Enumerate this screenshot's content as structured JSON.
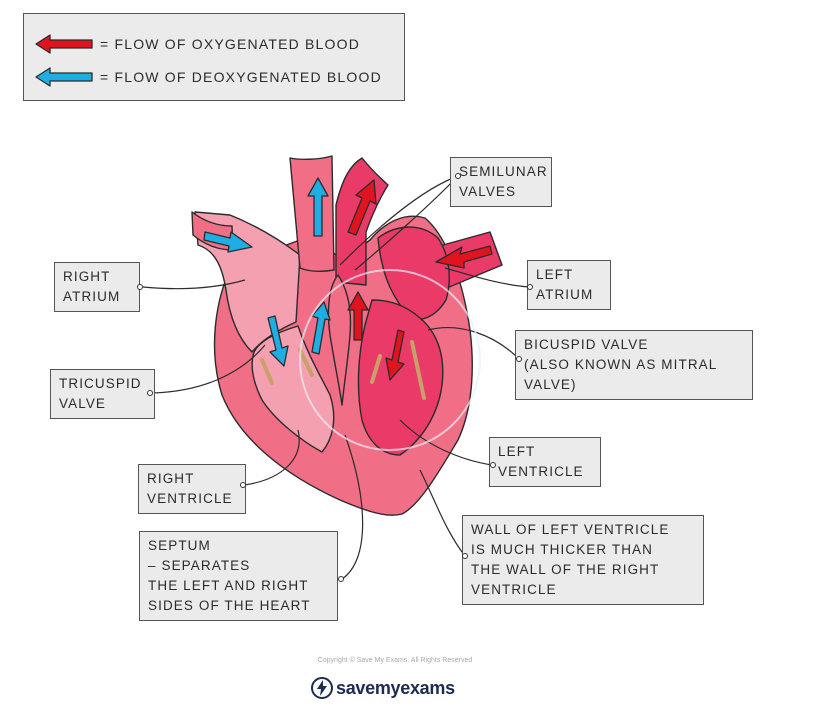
{
  "legend": {
    "oxygenated": "= FLOW OF OXYGENATED BLOOD",
    "deoxygenated": "= FLOW OF DEOXYGENATED BLOOD"
  },
  "labels": {
    "semilunar": [
      "SEMILUNAR",
      "VALVES"
    ],
    "right_atrium": [
      "RIGHT",
      "ATRIUM"
    ],
    "left_atrium": [
      "LEFT",
      "ATRIUM"
    ],
    "bicuspid": [
      "BICUSPID VALVE",
      "(ALSO KNOWN AS MITRAL",
      "VALVE)"
    ],
    "tricuspid": [
      "TRICUSPID",
      "VALVE"
    ],
    "left_ventricle": [
      "LEFT",
      "VENTRICLE"
    ],
    "right_ventricle": [
      "RIGHT",
      "VENTRICLE"
    ],
    "septum": [
      "SEPTUM",
      "– SEPARATES",
      "THE LEFT AND RIGHT",
      "SIDES OF THE HEART"
    ],
    "wall": [
      "WALL OF LEFT VENTRICLE",
      "IS MUCH THICKER THAN",
      "THE WALL OF THE RIGHT",
      "VENTRICLE"
    ]
  },
  "footer": {
    "copyright": "Copyright © Save My Exams. All Rights Reserved",
    "brand": "savemyexams"
  },
  "colors": {
    "oxygenated_arrow": "#e0141e",
    "deoxygenated_arrow": "#1eaee4",
    "heart_outer": "#f06e86",
    "heart_light": "#f5a0b0",
    "heart_dark": "#e93a68",
    "valve": "#c9a06a",
    "label_bg": "#ebebeb"
  }
}
